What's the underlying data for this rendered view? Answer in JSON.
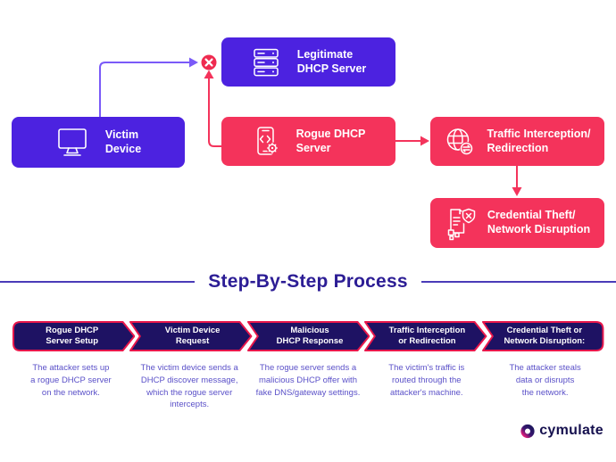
{
  "colors": {
    "purple_box": "#4C22E0",
    "red_box": "#F4335B",
    "purple_arrow": "#7A5AF8",
    "red_arrow": "#F4335B",
    "step_fill": "#1E1263",
    "step_border": "#E8174B",
    "title_text": "#2C1D95",
    "description_text": "#5A50C8",
    "brand_navy": "#15104E",
    "brand_magenta": "#E01E7B"
  },
  "diagram": {
    "victim_label": "Victim\nDevice",
    "legitimate_label": "Legitimate\nDHCP Server",
    "rogue_label": "Rogue DHCP\nServer",
    "traffic_label": "Traffic Interception/\nRedirection",
    "credential_label": "Credential Theft/\nNetwork Disruption",
    "icons": {
      "victim": "monitor-icon",
      "legitimate": "server-icon",
      "rogue": "phone-code-gear-icon",
      "traffic": "globe-redirect-icon",
      "credential": "document-shield-x-icon",
      "blocked": "x-circle-icon",
      "brand": "cymulate-ring-icon"
    }
  },
  "process": {
    "title": "Step-By-Step Process",
    "steps": [
      {
        "title": "Rogue DHCP\nServer Setup",
        "description": "The attacker sets up\na rogue DHCP server\non the network."
      },
      {
        "title": "Victim Device\nRequest",
        "description": "The victim device sends a\nDHCP discover message,\nwhich the rogue server\nintercepts."
      },
      {
        "title": "Malicious\nDHCP Response",
        "description": "The rogue server sends a\nmalicious DHCP offer with\nfake DNS/gateway settings."
      },
      {
        "title": "Traffic Interception\nor Redirection",
        "description": "The victim's traffic is\nrouted through the\nattacker's machine."
      },
      {
        "title": "Credential Theft or\nNetwork Disruption:",
        "description": "The attacker steals\ndata or disrupts\nthe network."
      }
    ]
  },
  "footer": {
    "brand": "cymulate"
  }
}
